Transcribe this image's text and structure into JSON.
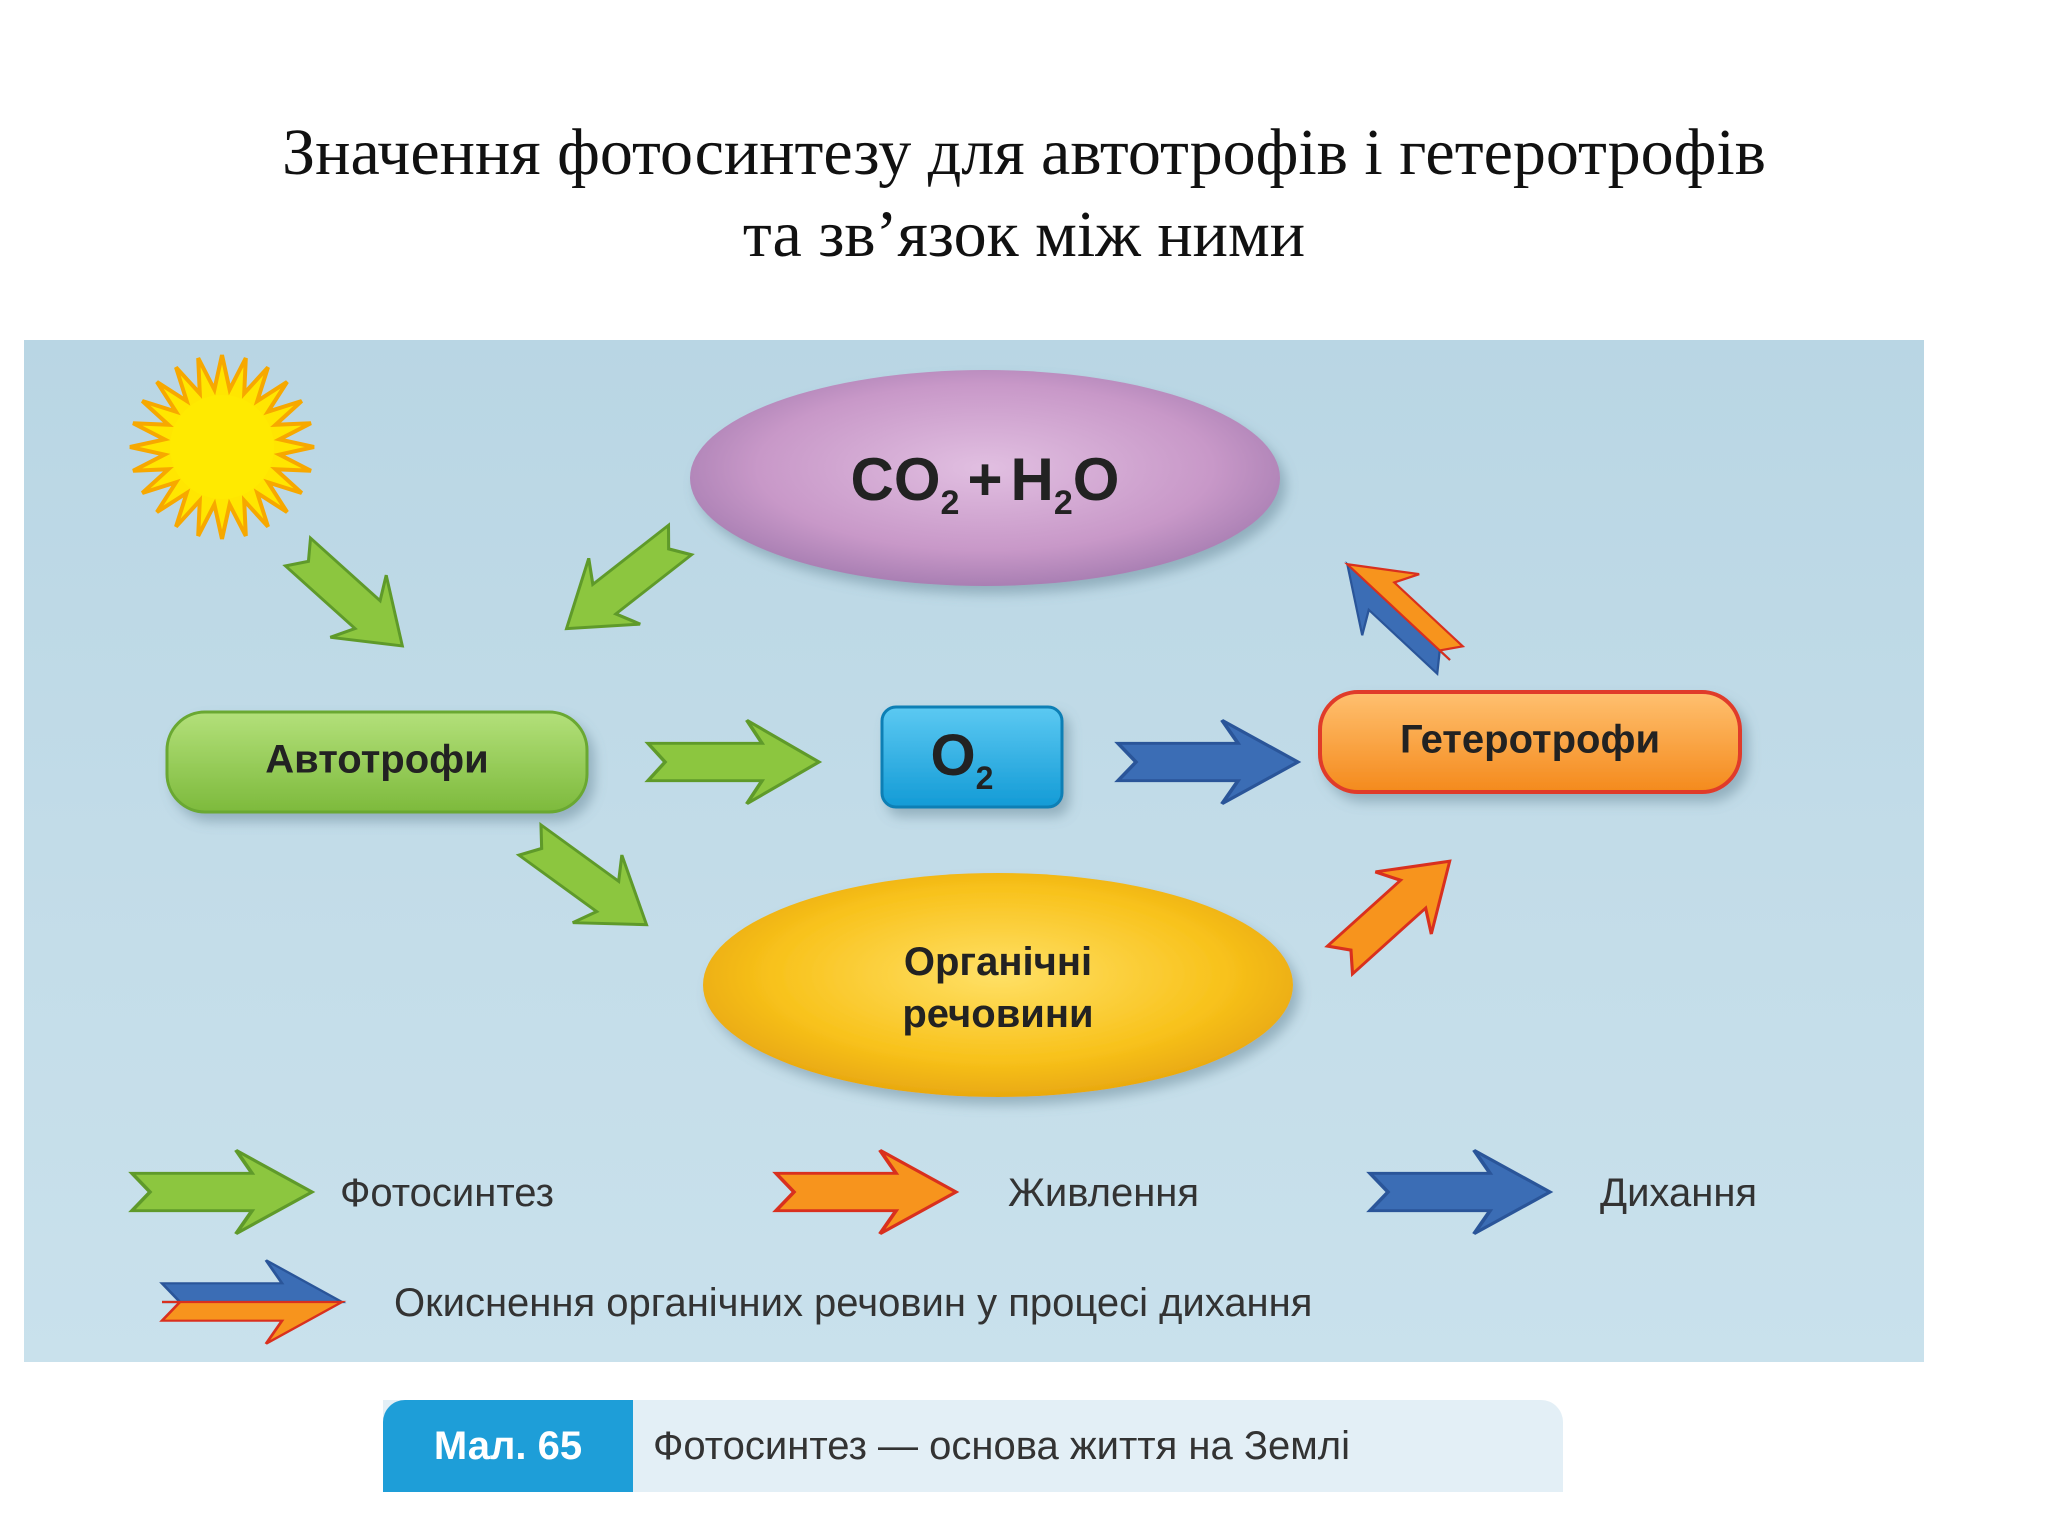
{
  "title": {
    "line1": "Значення фотосинтезу для автотрофів і гетеротрофів",
    "line2": "та зв’язок між ними"
  },
  "nodes": {
    "co2_h2o": {
      "co": "CO",
      "sub1": "2",
      "plus": "+",
      "h": "H",
      "sub2": "2",
      "o": "O"
    },
    "autotrophs": "Автотрофи",
    "o2": {
      "o": "O",
      "sub": "2"
    },
    "heterotrophs": "Гетеротрофи",
    "organic": {
      "line1": "Органічні",
      "line2": "речовини"
    }
  },
  "legend": {
    "photosynthesis": "Фотосинтез",
    "nutrition": "Живлення",
    "respiration": "Дихання",
    "oxidation": "Окиснення органічних речовин у процесі дихання"
  },
  "caption": {
    "number": "Мал. 65",
    "text": "Фотосинтез — основа життя на Землі"
  },
  "colors": {
    "photosynthesis": "#8cc63f",
    "nutrition": "#f7941d",
    "respiration": "#3b6db5",
    "autotrophs": "#8cc63f",
    "heterotrophs": "#f7941d",
    "o2": "#1ba8e0",
    "co2_h2o": "#c89ac8",
    "organic": "#f8c21b",
    "sun": "#ffe600"
  },
  "icons": [
    "sun-icon",
    "photosynthesis-arrow-icon",
    "nutrition-arrow-icon",
    "respiration-arrow-icon",
    "oxidation-arrow-icon"
  ]
}
